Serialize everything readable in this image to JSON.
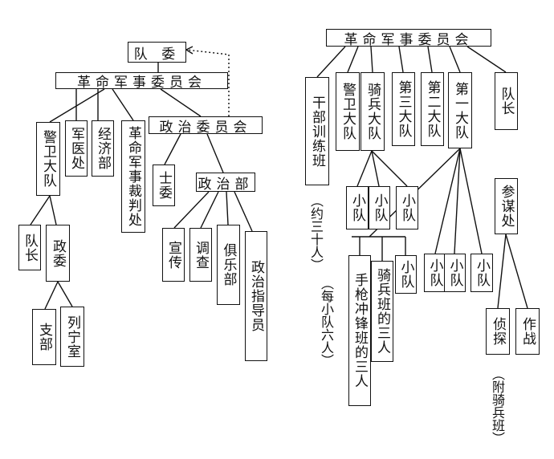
{
  "left": {
    "team_committee": "队 委",
    "revolutionary_committee": "革命军事委员会",
    "guard_team": "警卫大队",
    "medical_office": "军医处",
    "economic_dept": "经济部",
    "tribunal": "革命军事裁判处",
    "political_committee": "政治委员会",
    "soldier_committee": "士委",
    "political_dept": "政治部",
    "captain": "队长",
    "commissar": "政委",
    "branch": "支部",
    "lenin_room": "列宁室",
    "propaganda": "宣传",
    "investigation": "调查",
    "club": "俱乐部",
    "political_instructor": "政治指导员"
  },
  "right": {
    "revolutionary_committee": "革命军事委员会",
    "cadre_class": "干部训练班",
    "cadre_note": "（约三十人）",
    "guard_team": "警卫大队",
    "cavalry_team": "骑兵大队",
    "third_team": "第三大队",
    "second_team": "第二大队",
    "first_team": "第一大队",
    "captain": "队长",
    "squad": "小队",
    "squad_note": "（每小队六人）",
    "pistol_squad": "手枪冲锋班的三人",
    "cavalry_squad": "骑兵班的三人",
    "staff_office": "参谋处",
    "scout": "侦探",
    "combat": "作战",
    "cavalry_note": "（附骑兵班）"
  }
}
